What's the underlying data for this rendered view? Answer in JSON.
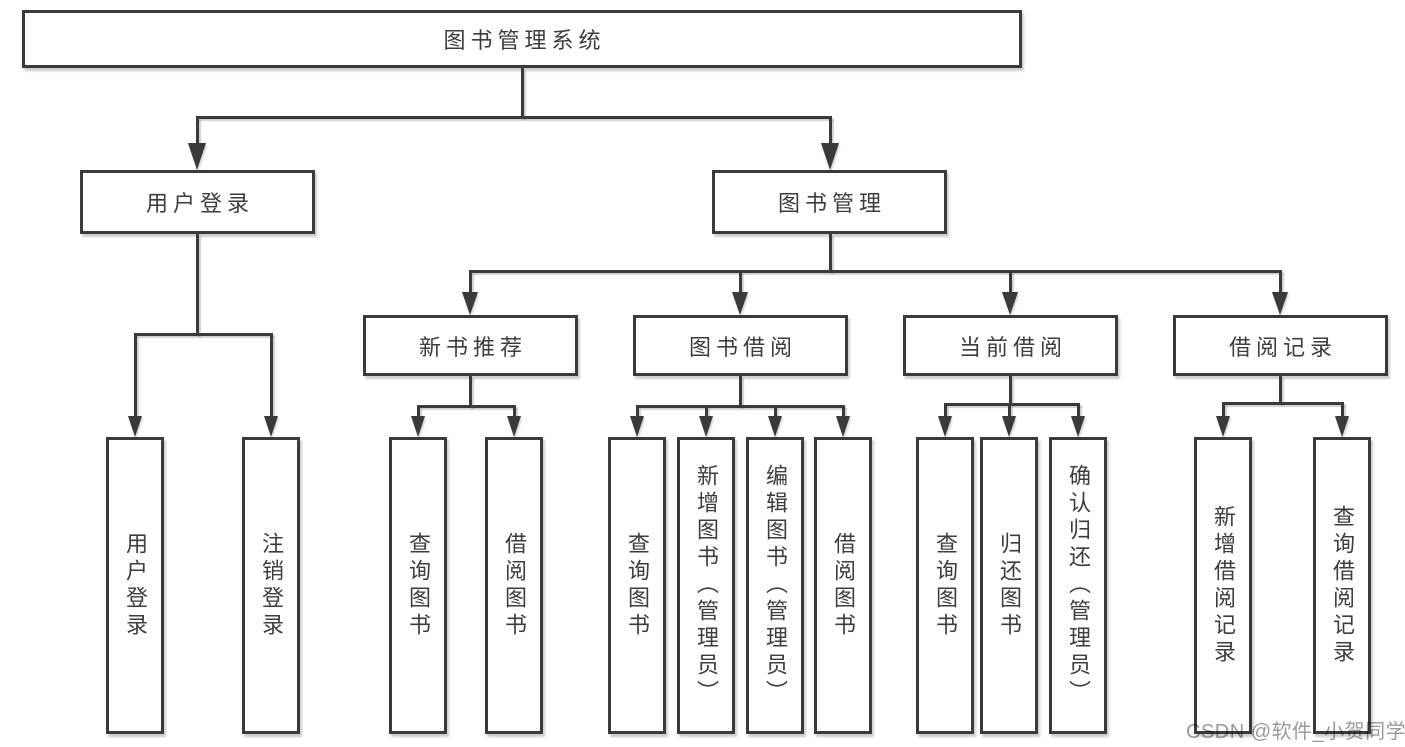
{
  "tree": {
    "label": "图书管理系统",
    "children": [
      {
        "label": "用户登录",
        "children": [
          {
            "label": "用户登录"
          },
          {
            "label": "注销登录"
          }
        ]
      },
      {
        "label": "图书管理",
        "children": [
          {
            "label": "新书推荐",
            "children": [
              {
                "label": "查询图书"
              },
              {
                "label": "借阅图书"
              }
            ]
          },
          {
            "label": "图书借阅",
            "children": [
              {
                "label": "查询图书"
              },
              {
                "label": "新增图书（管理员）"
              },
              {
                "label": "编辑图书（管理员）"
              },
              {
                "label": "借阅图书"
              }
            ]
          },
          {
            "label": "当前借阅",
            "children": [
              {
                "label": "查询图书"
              },
              {
                "label": "归还图书"
              },
              {
                "label": "确认归还（管理员）"
              }
            ]
          },
          {
            "label": "借阅记录",
            "children": [
              {
                "label": "新增借阅记录"
              },
              {
                "label": "查询借阅记录"
              }
            ]
          }
        ]
      }
    ]
  },
  "watermark": {
    "text": "CSDN @软件_小贺同学"
  },
  "colors": {
    "line": "#3a3a3a",
    "text": "#3d3d3d",
    "background": "#ffffff",
    "watermark": "#7d7d7d"
  }
}
